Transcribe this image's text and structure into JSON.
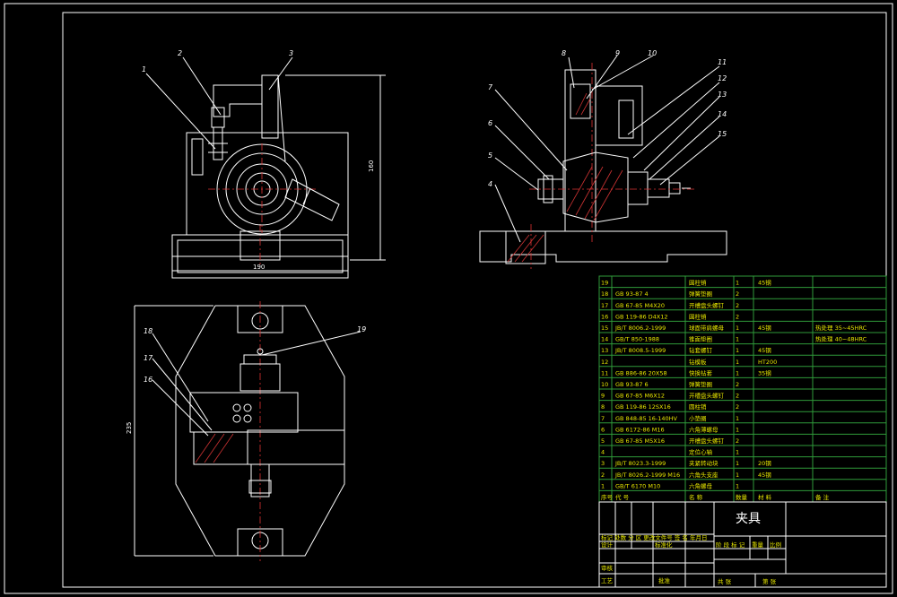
{
  "title_block": {
    "drawing_name": "夹具",
    "designer_label": "设计",
    "approve_label": "审核",
    "process_label": "工艺",
    "approve2_label": "批准",
    "header_row": "标记 处数 分 区 更改文件号 签 名 年月日",
    "std_label": "标准化",
    "stage_label": "阶 段 标 记",
    "weight_label": "重量",
    "scale_label": "比例",
    "sheets_total_label": "共 张",
    "sheet_label": "第 张"
  },
  "dimensions": {
    "height_top": "160",
    "width_top": "190",
    "height_bottom": "235"
  },
  "callouts": {
    "front": [
      "1",
      "2",
      "3"
    ],
    "side": [
      "4",
      "5",
      "6",
      "7",
      "8",
      "9",
      "10",
      "11",
      "12",
      "13",
      "14",
      "15"
    ],
    "plan": [
      "16",
      "17",
      "18",
      "19"
    ]
  },
  "bom_header": {
    "no": "序号",
    "code": "代 号",
    "name": "名 称",
    "qty": "数量",
    "material": "材 料",
    "remark": "备 注"
  },
  "bom": [
    {
      "no": "19",
      "code": "",
      "name": "圆柱销",
      "qty": "1",
      "material": "45钢",
      "remark": ""
    },
    {
      "no": "18",
      "code": "GB 93-87 4",
      "name": "弹簧垫圈",
      "qty": "2",
      "material": "",
      "remark": ""
    },
    {
      "no": "17",
      "code": "GB 67-85 M4X20",
      "name": "开槽盘头螺钉",
      "qty": "2",
      "material": "",
      "remark": ""
    },
    {
      "no": "16",
      "code": "GB 119-86 D4X12",
      "name": "圆柱销",
      "qty": "2",
      "material": "",
      "remark": ""
    },
    {
      "no": "15",
      "code": "JB/T 8006.2-1999",
      "name": "球面带肩螺母",
      "qty": "1",
      "material": "45钢",
      "remark": "热处理 35~45HRC"
    },
    {
      "no": "14",
      "code": "GB/T 850-1988",
      "name": "锥面垫圈",
      "qty": "1",
      "material": "",
      "remark": "热处理 40~48HRC"
    },
    {
      "no": "13",
      "code": "JB/T 8008.5-1999",
      "name": "钻套螺钉",
      "qty": "1",
      "material": "45钢",
      "remark": ""
    },
    {
      "no": "12",
      "code": "",
      "name": "钻模板",
      "qty": "1",
      "material": "HT200",
      "remark": ""
    },
    {
      "no": "11",
      "code": "GB 886-86 20X58",
      "name": "快换钻套",
      "qty": "1",
      "material": "35钢",
      "remark": ""
    },
    {
      "no": "10",
      "code": "GB 93-87 6",
      "name": "弹簧垫圈",
      "qty": "2",
      "material": "",
      "remark": ""
    },
    {
      "no": "9",
      "code": "GB 67-85 M6X12",
      "name": "开槽盘头螺钉",
      "qty": "2",
      "material": "",
      "remark": ""
    },
    {
      "no": "8",
      "code": "GB 119-86 12SX16",
      "name": "圆柱销",
      "qty": "2",
      "material": "",
      "remark": ""
    },
    {
      "no": "7",
      "code": "GB 848-85 16-140HV",
      "name": "小垫圈",
      "qty": "1",
      "material": "",
      "remark": ""
    },
    {
      "no": "6",
      "code": "GB 6172-86 M16",
      "name": "六角薄螺母",
      "qty": "1",
      "material": "",
      "remark": ""
    },
    {
      "no": "5",
      "code": "GB 67-85 M5X16",
      "name": "开槽盘头螺钉",
      "qty": "2",
      "material": "",
      "remark": ""
    },
    {
      "no": "4",
      "code": "",
      "name": "定位心轴",
      "qty": "1",
      "material": "",
      "remark": ""
    },
    {
      "no": "3",
      "code": "JB/T 8023.3-1999",
      "name": "夹紧转动块",
      "qty": "1",
      "material": "20钢",
      "remark": ""
    },
    {
      "no": "2",
      "code": "JB/T 8026.2-1999 M16",
      "name": "六角头支座",
      "qty": "1",
      "material": "45钢",
      "remark": ""
    },
    {
      "no": "1",
      "code": "GB/T 6170 M10",
      "name": "六角螺母",
      "qty": "1",
      "material": "",
      "remark": ""
    }
  ]
}
